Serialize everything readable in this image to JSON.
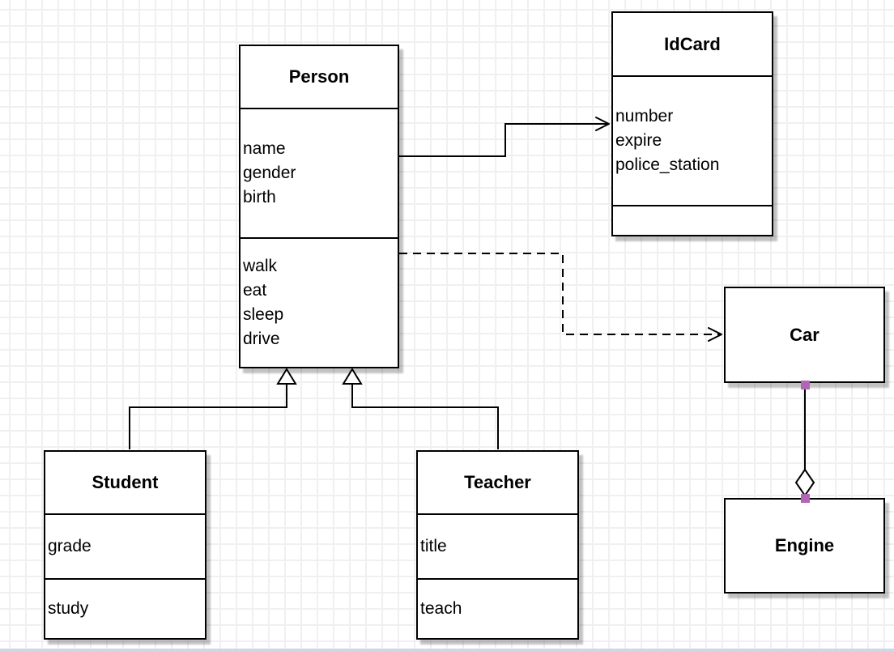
{
  "classes": {
    "person": {
      "title": "Person",
      "attributes": [
        "name",
        "gender",
        "birth"
      ],
      "methods": [
        "walk",
        "eat",
        "sleep",
        "drive"
      ]
    },
    "idcard": {
      "title": "IdCard",
      "attributes": [
        "number",
        "expire",
        "police_station"
      ],
      "methods": []
    },
    "car": {
      "title": "Car",
      "attributes": [],
      "methods": []
    },
    "engine": {
      "title": "Engine",
      "attributes": [],
      "methods": []
    },
    "student": {
      "title": "Student",
      "attributes": [
        "grade"
      ],
      "methods": [
        "study"
      ]
    },
    "teacher": {
      "title": "Teacher",
      "attributes": [
        "title"
      ],
      "methods": [
        "teach"
      ]
    }
  },
  "relationships": [
    {
      "from": "Person",
      "to": "IdCard",
      "type": "association",
      "line_style": "solid",
      "arrow": "open"
    },
    {
      "from": "Person",
      "to": "Car",
      "type": "dependency",
      "line_style": "dashed",
      "arrow": "open"
    },
    {
      "from": "Student",
      "to": "Person",
      "type": "generalization",
      "line_style": "solid",
      "arrow": "hollow-triangle"
    },
    {
      "from": "Teacher",
      "to": "Person",
      "type": "generalization",
      "line_style": "solid",
      "arrow": "hollow-triangle"
    },
    {
      "from": "Car",
      "to": "Engine",
      "type": "aggregation",
      "line_style": "solid",
      "arrow": "hollow-diamond"
    }
  ],
  "colors": {
    "box_border": "#000000",
    "box_fill": "#ffffff",
    "shadow": "#c8c8c8",
    "grid_line": "#f0f0f3",
    "canvas": "#ffffff",
    "connection_point": "#b365b5",
    "bottom_edge": "#cdd8e7"
  }
}
